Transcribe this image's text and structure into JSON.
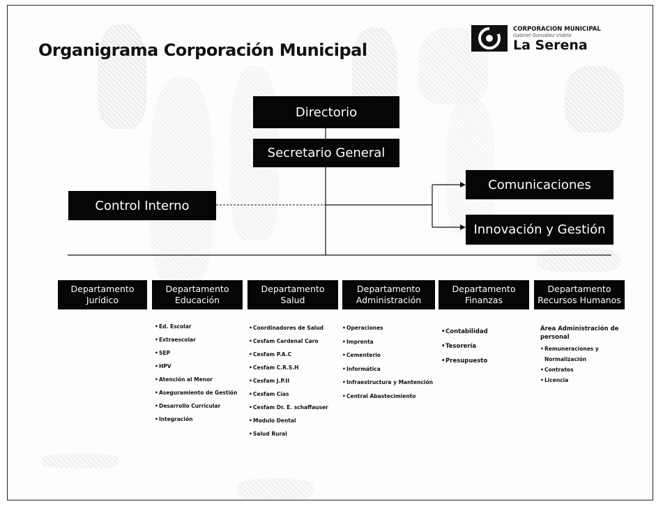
{
  "title": "Organigrama Corporación Municipal",
  "logo": {
    "line1": "CORPORACION MUNICIPAL",
    "line2": "Gabriel González Videla",
    "line3": "La Serena",
    "icon": "spiral-logo-icon"
  },
  "boxes": {
    "directorio": "Directorio",
    "secretario": "Secretario General",
    "control": "Control Interno",
    "comunicaciones": "Comunicaciones",
    "innovacion": "Innovación y Gestión"
  },
  "departments": [
    {
      "line1": "Departamento",
      "line2": "Jurídico",
      "items": []
    },
    {
      "line1": "Departamento",
      "line2": "Educación",
      "items": [
        "Ed. Escolar",
        "Extraescolar",
        "SEP",
        "HPV",
        "Atención al Menor",
        "Aseguramiento de Gestión",
        "Desarrollo Curricular",
        "Integración"
      ]
    },
    {
      "line1": "Departamento",
      "line2": "Salud",
      "items": [
        "Coordinadores de Salud",
        "Cesfam Cardenal Caro",
        "Cesfam P.A.C",
        "Cesfam C.R.S.H",
        "Cesfam J.P.II",
        "Cesfam Cías",
        "Cesfam Dr. E. schaffauser",
        "Modulo Dental",
        "Salud Rural"
      ]
    },
    {
      "line1": "Departamento",
      "line2": "Administración",
      "items": [
        "Operaciones",
        "Imprenta",
        "Cementerio",
        "Informática",
        "Infraestructura y Mantención",
        "Central Abastecimiento"
      ]
    },
    {
      "line1": "Departamento",
      "line2": "Finanzas",
      "items": [
        "Contabilidad",
        "Tesorería",
        "Presupuesto"
      ]
    },
    {
      "line1": "Departamento",
      "line2": "Recursos Humanos",
      "header": "Área Administración de personal",
      "items": [
        "Remuneraciones y Normalización",
        "Contratos",
        "Licencia"
      ]
    }
  ]
}
